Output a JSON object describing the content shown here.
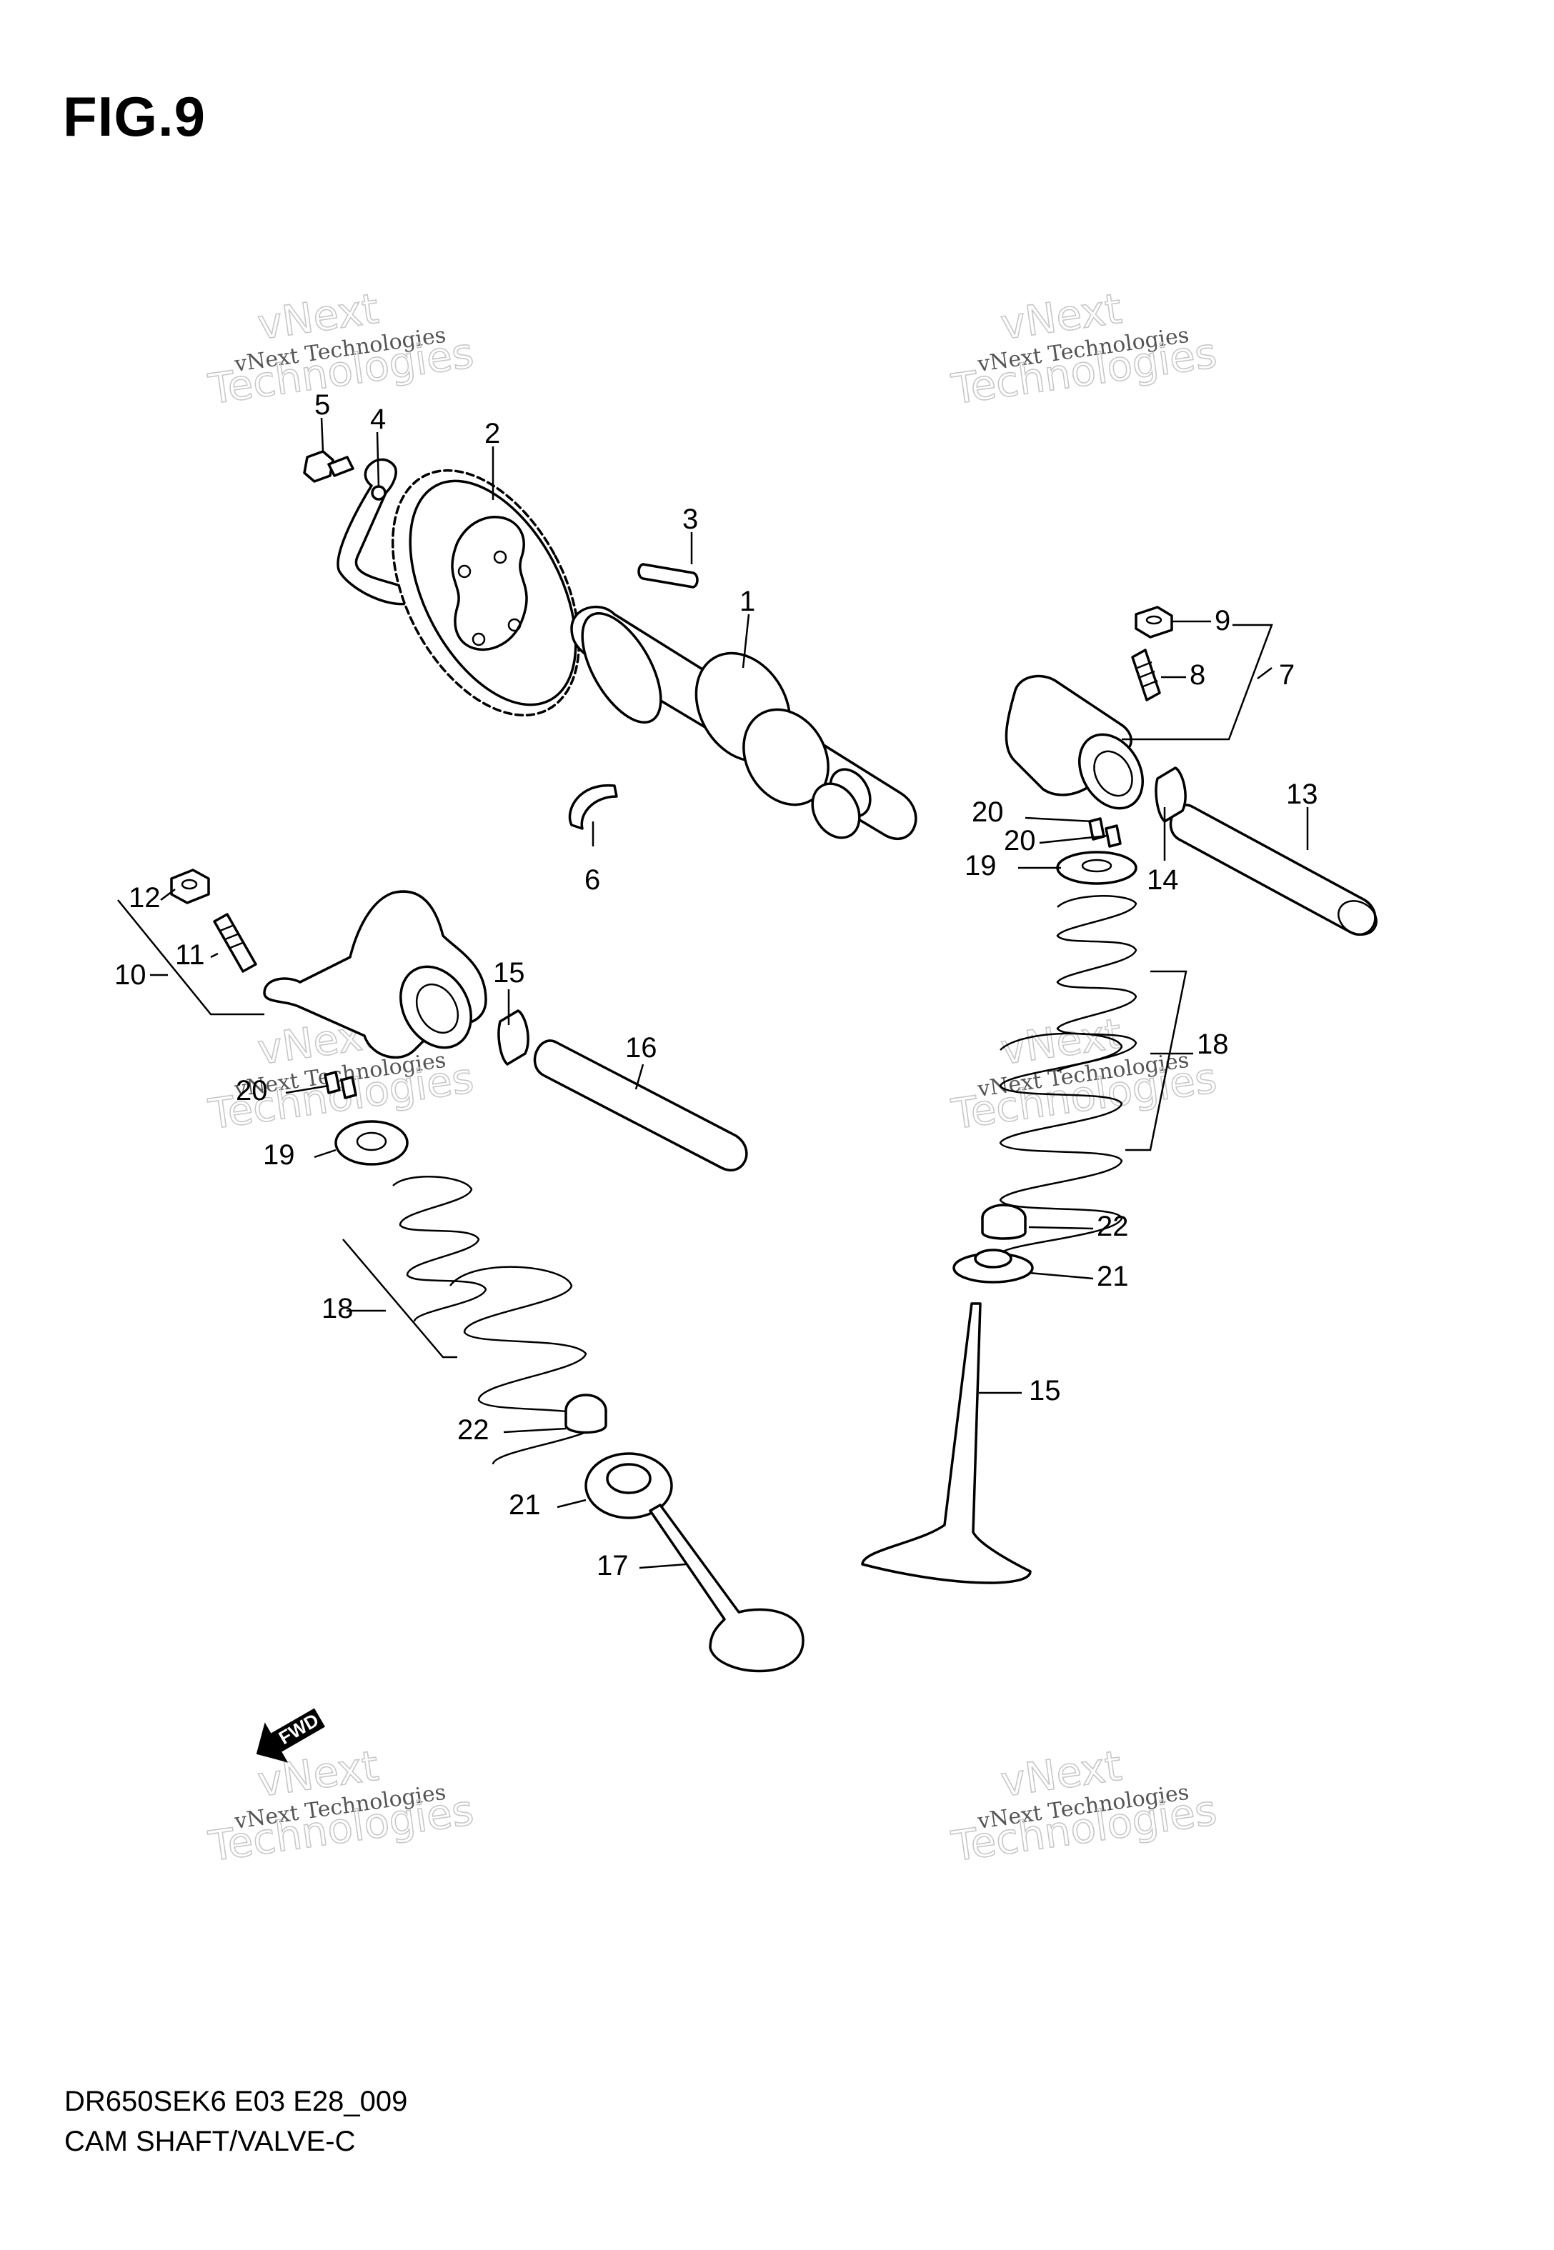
{
  "figure": {
    "title": "FIG.9",
    "model_code": "DR650SEK6 E03 E28_009",
    "name": "CAM SHAFT/VALVE-C"
  },
  "watermark": {
    "line1": "vNext Technologies",
    "line2": "vNext",
    "line3": "Technologies"
  },
  "fwd_label": "FWD",
  "callouts": [
    "1",
    "2",
    "3",
    "4",
    "5",
    "6",
    "7",
    "8",
    "9",
    "10",
    "11",
    "12",
    "13",
    "14",
    "15",
    "15",
    "16",
    "17",
    "18",
    "18",
    "19",
    "19",
    "20",
    "20",
    "20",
    "21",
    "21",
    "22",
    "22"
  ]
}
